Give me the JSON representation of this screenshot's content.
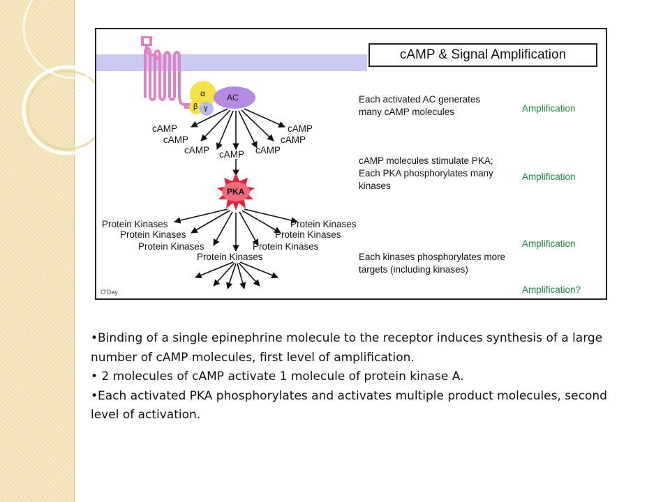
{
  "figure": {
    "title": "cAMP & Signal Amplification",
    "credit": "O'Day",
    "nodes": {
      "ac": "AC",
      "alpha": "α",
      "beta": "β",
      "gamma": "γ",
      "pka": "PKA"
    },
    "camp_labels": [
      "cAMP",
      "cAMP",
      "cAMP",
      "cAMP",
      "cAMP",
      "cAMP",
      "cAMP"
    ],
    "kinase_labels": [
      "Protein Kinases",
      "Protein Kinases",
      "Protein Kinases",
      "Protein Kinases",
      "Protein Kinases",
      "Protein Kinases",
      "Protein Kinases"
    ],
    "steps": [
      "Each activated AC generates many cAMP molecules",
      "cAMP molecules stimulate PKA; Each PKA phosphorylates many kinases",
      "Each kinases phosphorylates more targets (including kinases)"
    ],
    "amplification": [
      "Amplification",
      "Amplification",
      "Amplification",
      "Amplification?"
    ]
  },
  "bullets": [
    "•Binding of a single epinephrine molecule to the receptor induces synthesis of a large number of cAMP molecules, first level of amplification.",
    "• 2 molecules of cAMP activate 1 molecule of protein kinase A.",
    "•Each activated PKA phosphorylates and activates multiple product molecules, second level of activation."
  ],
  "colors": {
    "membrane": "#c9c9f2",
    "receptor": "#e88fd0",
    "ac": "#b48be0",
    "alpha": "#f3e24a",
    "pka": "#e2233b",
    "amplification": "#1b8a3a",
    "side_band": "#f3e3b6"
  }
}
